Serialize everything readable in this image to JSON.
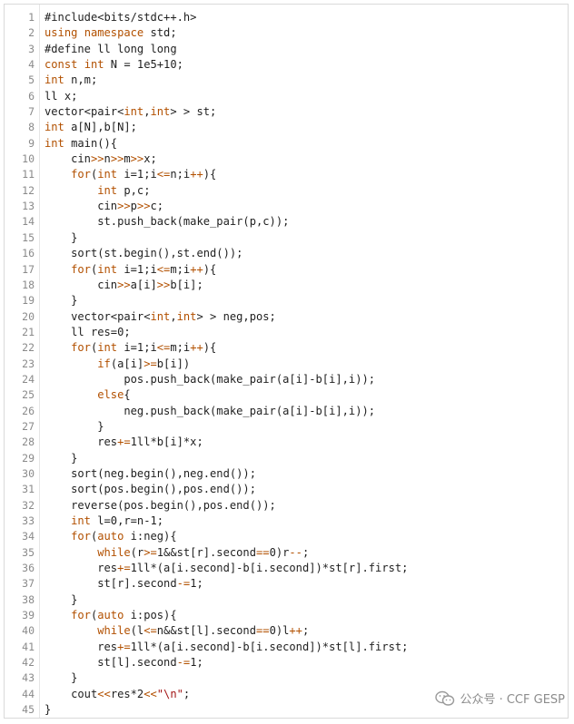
{
  "code_lines": [
    {
      "n": "1",
      "t": "#include<bits/stdc++.h>"
    },
    {
      "n": "2",
      "t": "using namespace std;"
    },
    {
      "n": "3",
      "t": "#define ll long long"
    },
    {
      "n": "4",
      "t": "const int N = 1e5+10;"
    },
    {
      "n": "5",
      "t": "int n,m;"
    },
    {
      "n": "6",
      "t": "ll x;"
    },
    {
      "n": "7",
      "t": "vector<pair<int,int> > st;"
    },
    {
      "n": "8",
      "t": "int a[N],b[N];"
    },
    {
      "n": "9",
      "t": "int main(){"
    },
    {
      "n": "10",
      "t": "    cin>>n>>m>>x;"
    },
    {
      "n": "11",
      "t": "    for(int i=1;i<=n;i++){"
    },
    {
      "n": "12",
      "t": "        int p,c;"
    },
    {
      "n": "13",
      "t": "        cin>>p>>c;"
    },
    {
      "n": "14",
      "t": "        st.push_back(make_pair(p,c));"
    },
    {
      "n": "15",
      "t": "    }"
    },
    {
      "n": "16",
      "t": "    sort(st.begin(),st.end());"
    },
    {
      "n": "17",
      "t": "    for(int i=1;i<=m;i++){"
    },
    {
      "n": "18",
      "t": "        cin>>a[i]>>b[i];"
    },
    {
      "n": "19",
      "t": "    }"
    },
    {
      "n": "20",
      "t": "    vector<pair<int,int> > neg,pos;"
    },
    {
      "n": "21",
      "t": "    ll res=0;"
    },
    {
      "n": "22",
      "t": "    for(int i=1;i<=m;i++){"
    },
    {
      "n": "23",
      "t": "        if(a[i]>=b[i])"
    },
    {
      "n": "24",
      "t": "            pos.push_back(make_pair(a[i]-b[i],i));"
    },
    {
      "n": "25",
      "t": "        else{"
    },
    {
      "n": "26",
      "t": "            neg.push_back(make_pair(a[i]-b[i],i));"
    },
    {
      "n": "27",
      "t": "        }"
    },
    {
      "n": "28",
      "t": "        res+=1ll*b[i]*x;"
    },
    {
      "n": "29",
      "t": "    }"
    },
    {
      "n": "30",
      "t": "    sort(neg.begin(),neg.end());"
    },
    {
      "n": "31",
      "t": "    sort(pos.begin(),pos.end());"
    },
    {
      "n": "32",
      "t": "    reverse(pos.begin(),pos.end());"
    },
    {
      "n": "33",
      "t": "    int l=0,r=n-1;"
    },
    {
      "n": "34",
      "t": "    for(auto i:neg){"
    },
    {
      "n": "35",
      "t": "        while(r>=1&&st[r].second==0)r--;"
    },
    {
      "n": "36",
      "t": "        res+=1ll*(a[i.second]-b[i.second])*st[r].first;"
    },
    {
      "n": "37",
      "t": "        st[r].second-=1;"
    },
    {
      "n": "38",
      "t": "    }"
    },
    {
      "n": "39",
      "t": "    for(auto i:pos){"
    },
    {
      "n": "40",
      "t": "        while(l<=n&&st[l].second==0)l++;"
    },
    {
      "n": "41",
      "t": "        res+=1ll*(a[i.second]-b[i.second])*st[l].first;"
    },
    {
      "n": "42",
      "t": "        st[l].second-=1;"
    },
    {
      "n": "43",
      "t": "    }"
    },
    {
      "n": "44",
      "t": "    cout<<res*2<<\"\\n\";"
    },
    {
      "n": "45",
      "t": "}"
    }
  ],
  "watermark": {
    "text": "公众号 · CCF GESP",
    "icon": "wechat-icon"
  },
  "colors": {
    "keyword": "#b25000",
    "number": "#2b6cb0",
    "string": "#a31515",
    "line_number": "#8a8a8a"
  }
}
